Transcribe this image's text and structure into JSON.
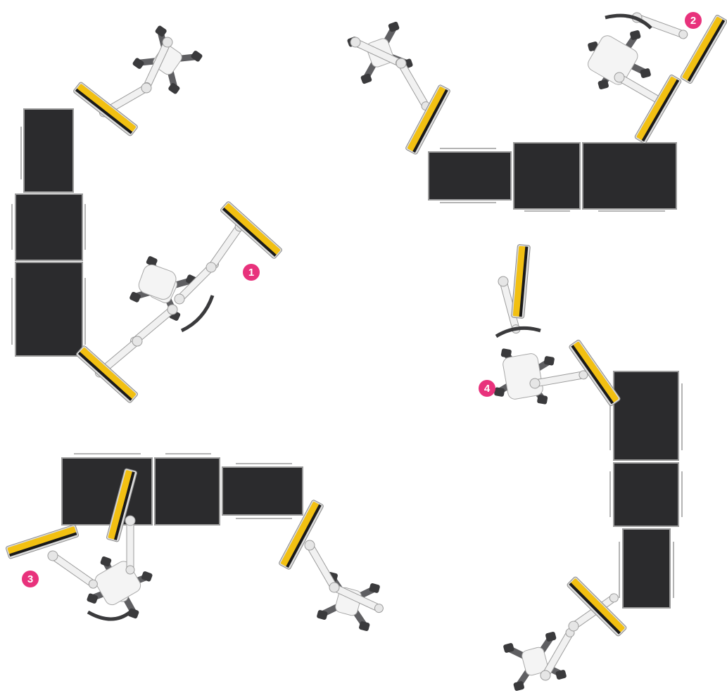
{
  "colors": {
    "background": "#ffffff",
    "table_pad": "#2b2b2d",
    "table_frame": "#9b9b9b",
    "monitor_screen": "#f2c012",
    "monitor_bezel": "#1a1a1a",
    "arm_body": "#f1f1f1",
    "base_legs": "#5f5f62",
    "badge": "#e8327c"
  },
  "setups": [
    {
      "id": "setup-1",
      "badge_number": "1"
    },
    {
      "id": "setup-2",
      "badge_number": "2"
    },
    {
      "id": "setup-3",
      "badge_number": "3"
    },
    {
      "id": "setup-4",
      "badge_number": "4"
    }
  ]
}
